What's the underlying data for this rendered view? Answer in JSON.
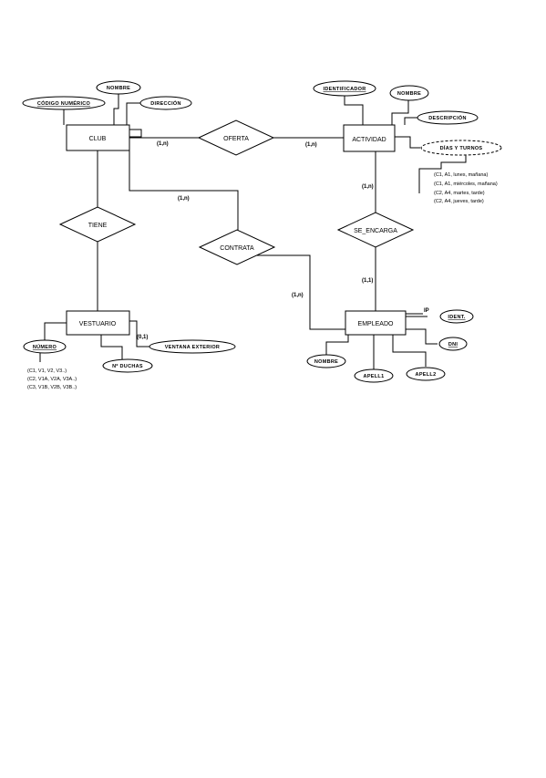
{
  "entities": {
    "club": "CLUB",
    "actividad": "ACTIVIDAD",
    "vestuario": "VESTUARIO",
    "empleado": "EMPLEADO"
  },
  "relationships": {
    "oferta": "OFERTA",
    "tiene": "TIENE",
    "contrata": "CONTRATA",
    "se_encarga": "SE_ENCARGA"
  },
  "attributes": {
    "club_codigo": "CÓDIGO NUMÉRICO",
    "club_nombre": "NOMBRE",
    "club_direccion": "DIRECCIÓN",
    "act_identificador": "IDENTIFICADOR",
    "act_nombre": "NOMBRE",
    "act_descripcion": "DESCRIPCIÓN",
    "act_dias": "DÍAS Y TURNOS",
    "vest_numero": "NÚMERO",
    "vest_duchas": "Nº DUCHAS",
    "vest_ventana": "VENTANA EXTERIOR",
    "emp_ident": "IDENT.",
    "emp_dni": "DNI",
    "emp_nombre": "NOMBRE",
    "emp_apell1": "APELL1",
    "emp_apell2": "APELL2"
  },
  "cardinalities": {
    "oferta_club": "(1,n)",
    "oferta_act": "(1,n)",
    "contrata_club": "(1,n)",
    "contrata_emp": "(1,n)",
    "encarga_act": "(1,n)",
    "encarga_emp": "(1,1)",
    "ventana": "(0,1)",
    "ip_label": "IP"
  },
  "notes": {
    "dias": [
      "(C1, A1, lunes, mañana)",
      "(C1, A1, miércoles, mañana)",
      "(C2, A4, martes, tarde)",
      "(C2, A4, jueves, tarde)"
    ],
    "numero": [
      "(C1, V1, V2, V3..)",
      "(C2, V1A, V2A, V3A..)",
      "(C3, V1B, V2B, V3B..)"
    ]
  }
}
